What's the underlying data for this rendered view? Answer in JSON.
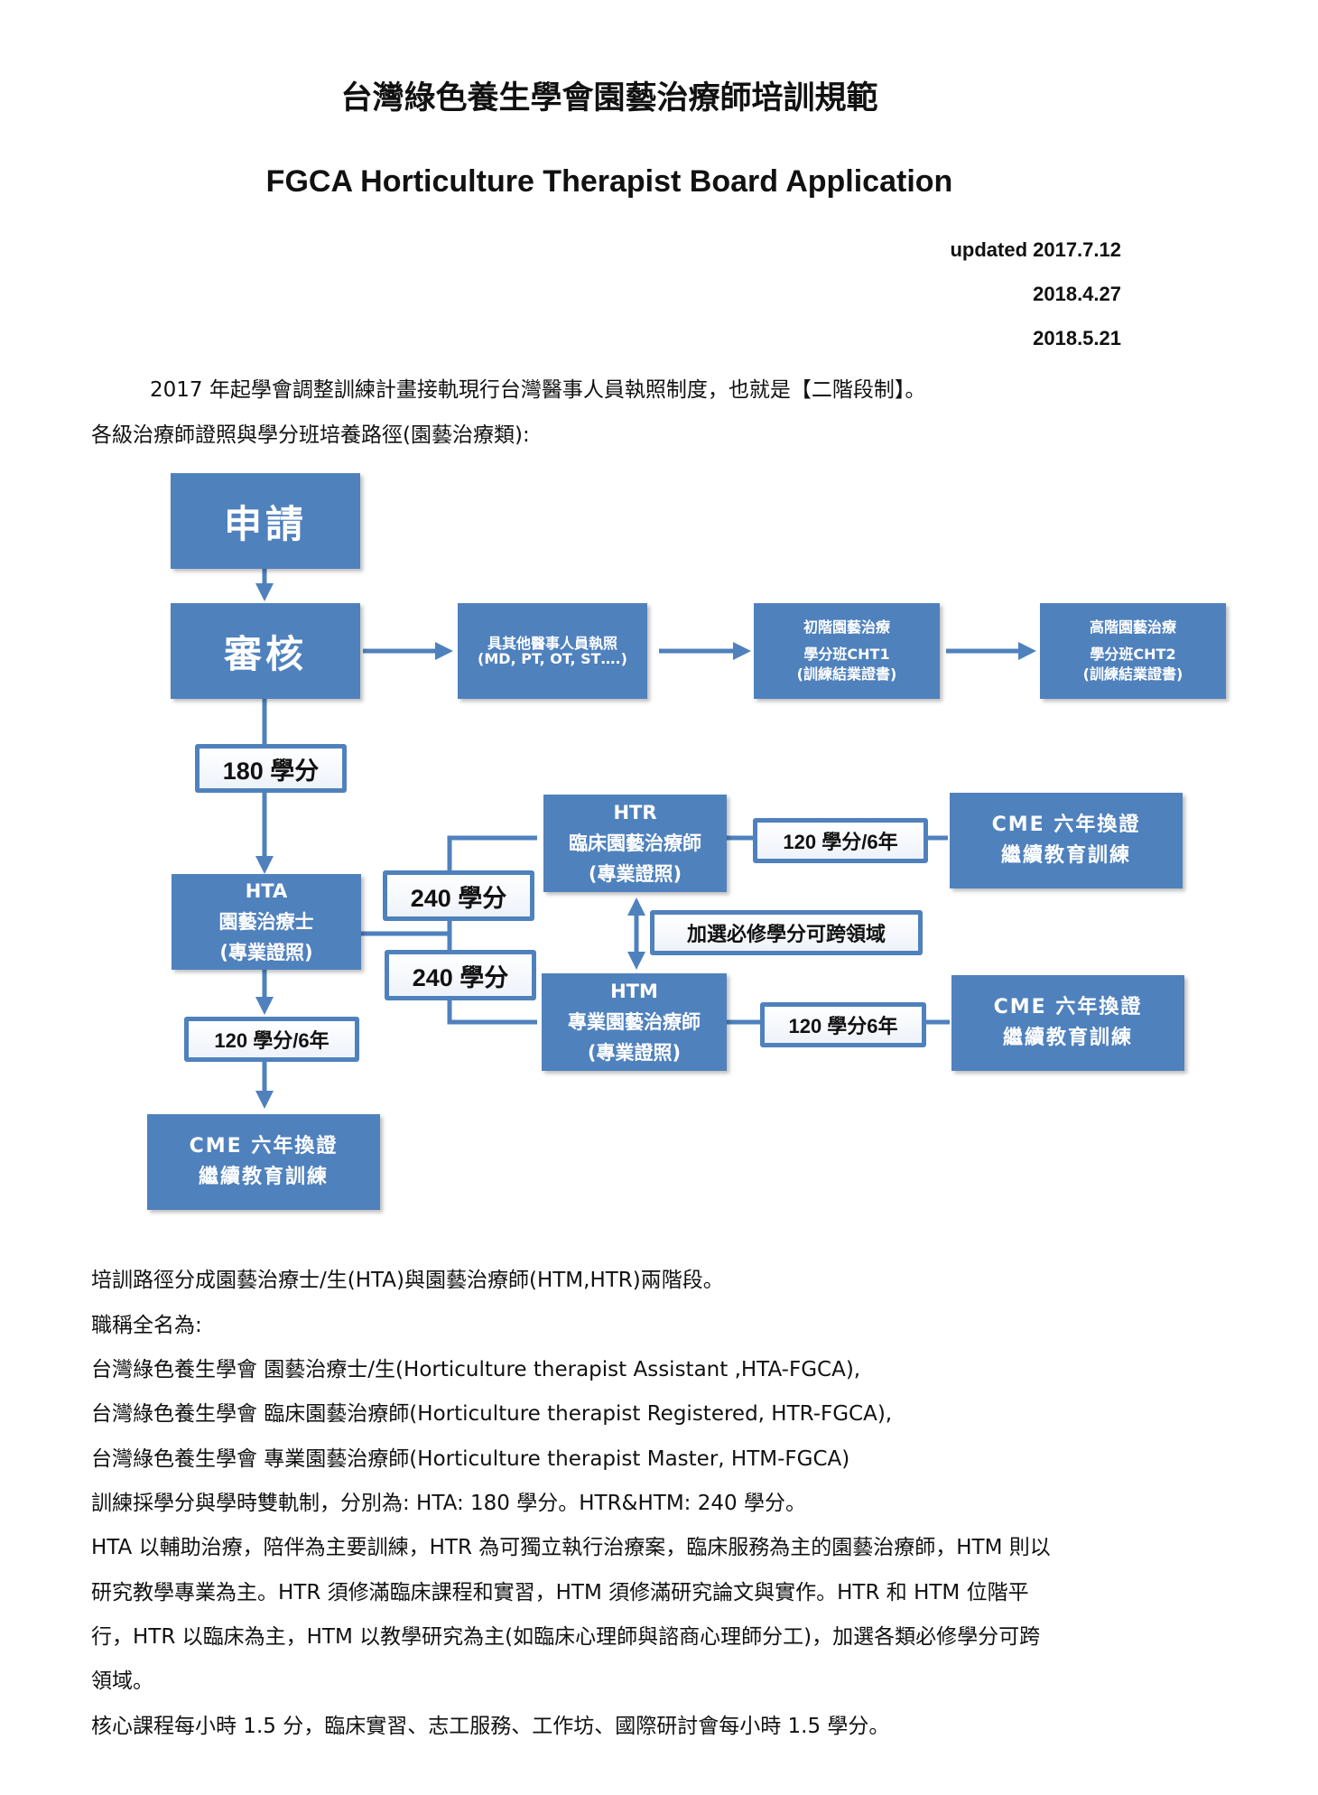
{
  "title_zh": "台灣綠色養生學會園藝治療師培訓規範",
  "title_en": "FGCA Horticulture Therapist Board Application",
  "updates": [
    "updated 2017.7.12",
    "2018.4.27",
    "2018.5.21"
  ],
  "intro": [
    "2017 年起學會調整訓練計畫接軌現行台灣醫事人員執照制度，也就是【二階段制】。",
    "各級治療師證照與學分班培養路徑(園藝治療類):"
  ],
  "diagram": {
    "apply": "申請",
    "review": "審核",
    "license_other": [
      "具其他醫事人員執照",
      "(MD, PT, OT, ST….)"
    ],
    "cht1": [
      "初階園藝治療",
      "學分班CHT1",
      "(訓練結業證書)"
    ],
    "cht2": [
      "高階園藝治療",
      "學分班CHT2",
      "(訓練結業證書)"
    ],
    "credit_180": "180 學分",
    "hta": [
      "HTA",
      "園藝治療士",
      "(專業證照)"
    ],
    "credit_240_a": "240 學分",
    "credit_240_b": "240 學分",
    "htr": [
      "HTR",
      "臨床園藝治療師",
      "(專業證照)"
    ],
    "htm": [
      "HTM",
      "專業園藝治療師",
      "(專業證照)"
    ],
    "elective": "加選必修學分可跨領域",
    "credit_htr_cme": "120 學分/6年",
    "credit_htm_cme": "120 學分6年",
    "credit_hta_cme": "120 學分/6年",
    "cme_htr": [
      "CME 六年換證",
      "繼續教育訓練"
    ],
    "cme_htm": [
      "CME 六年換證",
      "繼續教育訓練"
    ],
    "cme_hta": [
      "CME 六年換證",
      "繼續教育訓練"
    ],
    "colors": {
      "box": "#4f81bd",
      "line": "#4f81bd"
    }
  },
  "body": [
    "培訓路徑分成園藝治療士/生(HTA)與園藝治療師(HTM,HTR)兩階段。",
    "職稱全名為:",
    "台灣綠色養生學會  園藝治療士/生(Horticulture therapist Assistant ,HTA-FGCA),",
    "台灣綠色養生學會  臨床園藝治療師(Horticulture therapist Registered, HTR-FGCA),",
    "台灣綠色養生學會  專業園藝治療師(Horticulture therapist Master, HTM-FGCA)",
    "訓練採學分與學時雙軌制，分別為: HTA: 180 學分。HTR&HTM: 240 學分。",
    "HTA 以輔助治療，陪伴為主要訓練，HTR 為可獨立執行治療案，臨床服務為主的園藝治療師，HTM 則以",
    "研究教學專業為主。HTR 須修滿臨床課程和實習，HTM 須修滿研究論文與實作。HTR 和 HTM 位階平",
    "行，HTR 以臨床為主，HTM 以教學研究為主(如臨床心理師與諮商心理師分工)，加選各類必修學分可跨",
    "領域。",
    "核心課程每小時 1.5 分，臨床實習、志工服務、工作坊、國際研討會每小時 1.5 學分。"
  ]
}
